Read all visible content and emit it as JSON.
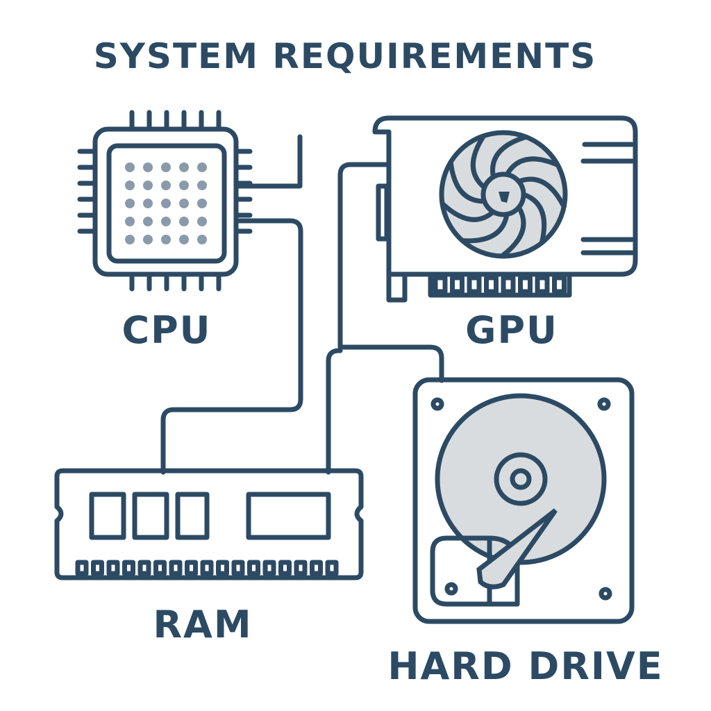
{
  "title": "SYSTEM REQUIREMENTS",
  "components": {
    "cpu": "CPU",
    "gpu": "GPU",
    "ram": "RAM",
    "hard_drive": "HARD DRIVE"
  },
  "colors": {
    "stroke": "#2c4a63",
    "fill": "#d9dcde",
    "dots": "#8a9aab",
    "chip": "#c5cdd4"
  }
}
